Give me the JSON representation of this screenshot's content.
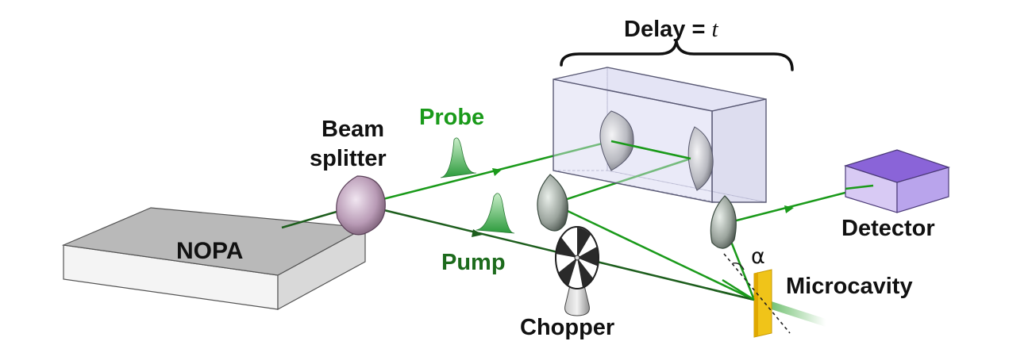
{
  "labels": {
    "delay": "Delay = ",
    "delay_var": "t",
    "probe": "Probe",
    "beam_line1": "Beam",
    "beam_line2": "splitter",
    "nopa": "NOPA",
    "pump": "Pump",
    "chopper": "Chopper",
    "detector": "Detector",
    "alpha": "α",
    "microcavity": "Microcavity"
  },
  "colors": {
    "probe_beam": "#1a9a1a",
    "pump_beam": "#1d5e1d",
    "probe_text": "#1a9a1a",
    "pump_text": "#1d6b1d",
    "detector": "#9a7be0",
    "microcavity": "#f0c419",
    "delay_box": "#dcdcf2",
    "nopa": "#b9b9b9"
  }
}
